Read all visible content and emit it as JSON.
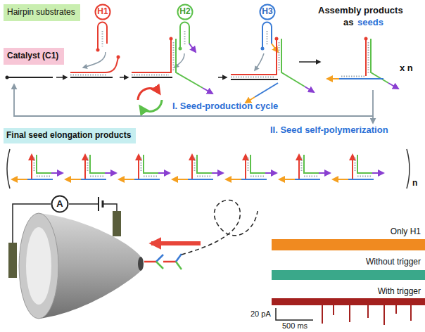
{
  "diagram": {
    "nodes": [
      {
        "text": [
          "Hairpin substrates"
        ]
      },
      {
        "text": [
          "H1"
        ]
      },
      {
        "text": [
          "H2"
        ]
      },
      {
        "text": [
          "H3"
        ]
      },
      {
        "text": [
          "Catalyst (C1)"
        ]
      },
      {
        "text": [
          "Final seed elongation products"
        ]
      },
      {
        "text": [
          "A"
        ]
      }
    ],
    "labels": [
      "Assembly products",
      "as",
      "seeds",
      "I. Seed-production cycle",
      "x n",
      "II. Seed self-polymerization",
      "n",
      "Only H1",
      "Without trigger",
      "With trigger",
      "20 pA",
      "500 ms"
    ]
  }
}
